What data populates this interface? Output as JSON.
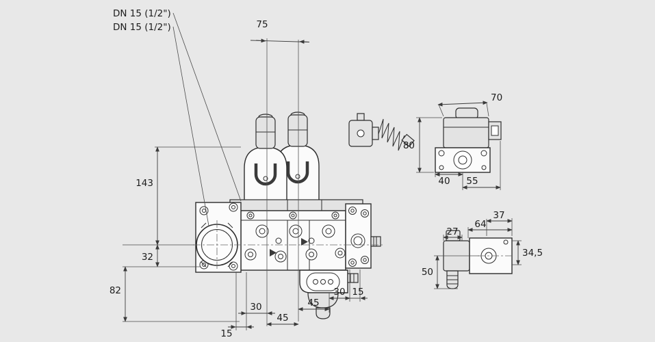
{
  "colors": {
    "background": "#e8e8e8",
    "line": "#2d2d2d",
    "text": "#1c1c1c"
  },
  "drawing": {
    "port_labels": {
      "dn1": "DN 15 (1/2\")",
      "dn2": "DN 15 (1/2\")"
    },
    "dims": {
      "d75": "75",
      "d143": "143",
      "d32": "32",
      "d82": "82",
      "d15_left": "15",
      "d30_left": "30",
      "d45_left": "45",
      "d45_right": "45",
      "d30_right": "30",
      "d15_right": "15",
      "d70": "70",
      "d80": "80",
      "d40": "40",
      "d55": "55",
      "d27": "27",
      "d64": "64",
      "d37": "37",
      "d34_5": "34,5",
      "d50": "50"
    }
  }
}
